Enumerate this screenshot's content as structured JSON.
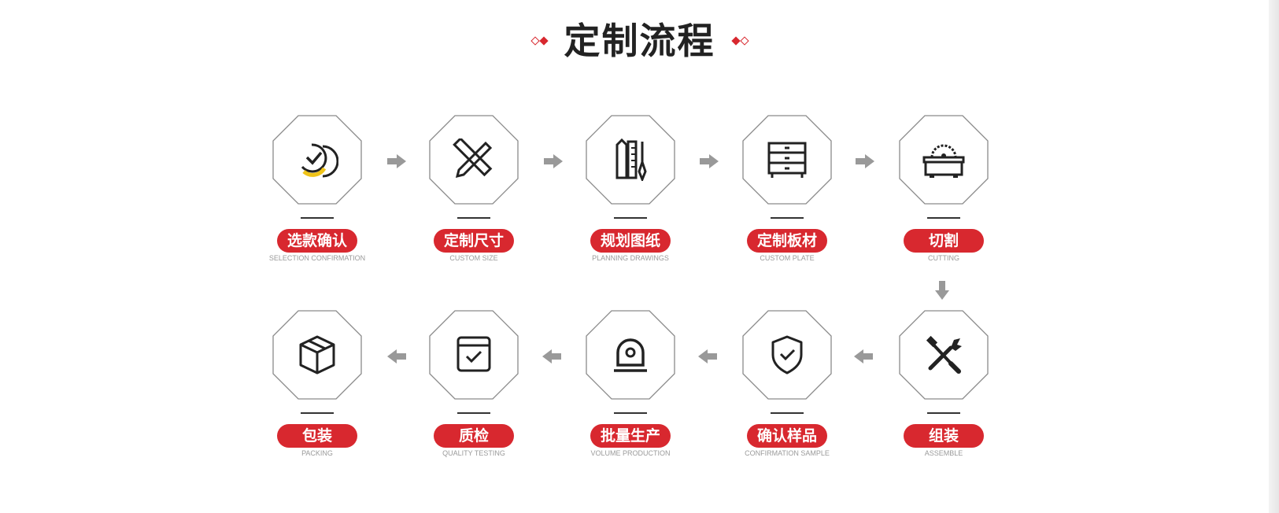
{
  "title": "定制流程",
  "accent_color": "#d8282f",
  "steps": [
    {
      "name": "选款确认",
      "sub": "SELECTION CONFIRMATION",
      "icon": "check-circle-icon"
    },
    {
      "name": "定制尺寸",
      "sub": "CUSTOM SIZE",
      "icon": "ruler-pencil-icon"
    },
    {
      "name": "规划图纸",
      "sub": "PLANNING DRAWINGS",
      "icon": "drawing-tools-icon"
    },
    {
      "name": "定制板材",
      "sub": "CUSTOM PLATE",
      "icon": "cabinet-icon"
    },
    {
      "name": "切割",
      "sub": "CUTTING",
      "icon": "saw-table-icon"
    },
    {
      "name": "组装",
      "sub": "ASSEMBLE",
      "icon": "tools-icon"
    },
    {
      "name": "确认样品",
      "sub": "CONFIRMATION SAMPLE",
      "icon": "shield-check-icon"
    },
    {
      "name": "批量生产",
      "sub": "VOLUME PRODUCTION",
      "icon": "alarm-light-icon"
    },
    {
      "name": "质检",
      "sub": "QUALITY TESTING",
      "icon": "checklist-icon"
    },
    {
      "name": "包装",
      "sub": "PACKING",
      "icon": "box-icon"
    }
  ]
}
